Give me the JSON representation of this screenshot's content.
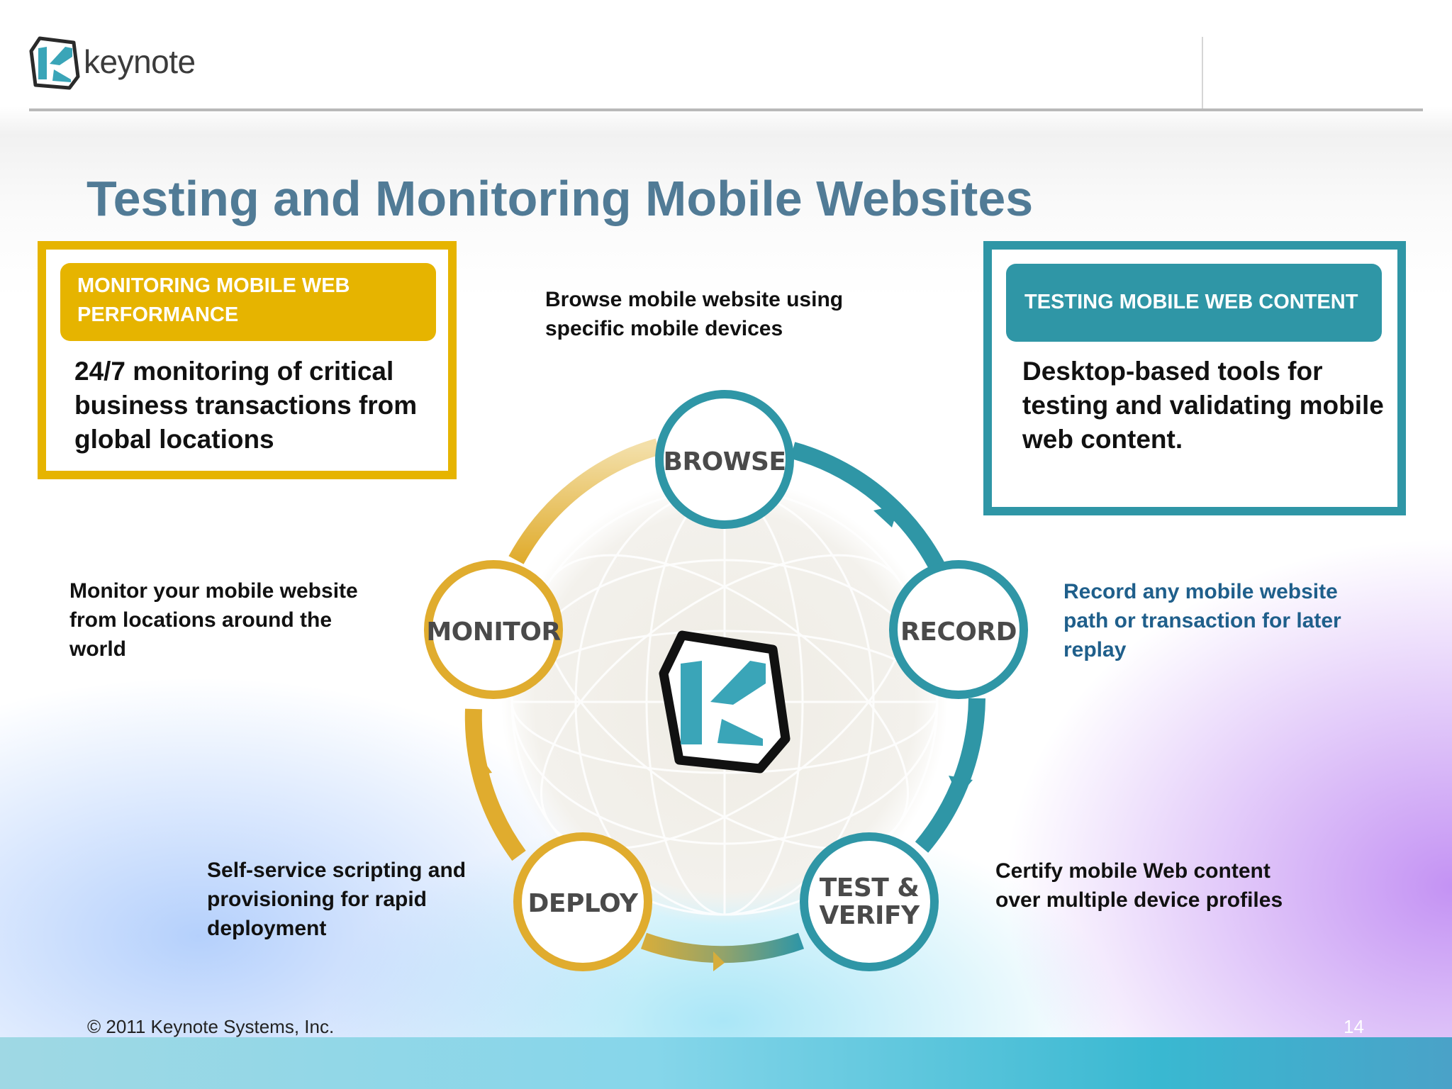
{
  "header": {
    "logo_text": "keynote",
    "logo_icon": "keynote-k-logo-icon"
  },
  "slide": {
    "title": "Testing and Monitoring Mobile Websites"
  },
  "boxes": {
    "monitoring": {
      "heading": "MONITORING MOBILE WEB PERFORMANCE",
      "body": "24/7 monitoring of critical business transactions from global locations",
      "color": "#e6b400"
    },
    "testing": {
      "heading": "TESTING MOBILE WEB CONTENT",
      "body": "Desktop-based tools for testing and validating mobile web content.",
      "color": "#2f96a6"
    }
  },
  "cycle": {
    "center_icon": "keynote-k-logo-icon",
    "nodes": [
      {
        "label": "BROWSE",
        "caption": "Browse mobile website using specific mobile devices"
      },
      {
        "label": "RECORD",
        "caption": "Record any mobile website path or transaction for later replay"
      },
      {
        "label_line1": "TEST &",
        "label_line2": "VERIFY",
        "caption": "Certify mobile Web content over multiple device profiles"
      },
      {
        "label": "DEPLOY",
        "caption": "Self-service scripting and provisioning for rapid deployment"
      },
      {
        "label": "MONITOR",
        "caption": "Monitor your mobile website from locations around the world"
      }
    ]
  },
  "footer": {
    "copyright": "© 2011 Keynote Systems, Inc.",
    "page_number": "14"
  }
}
